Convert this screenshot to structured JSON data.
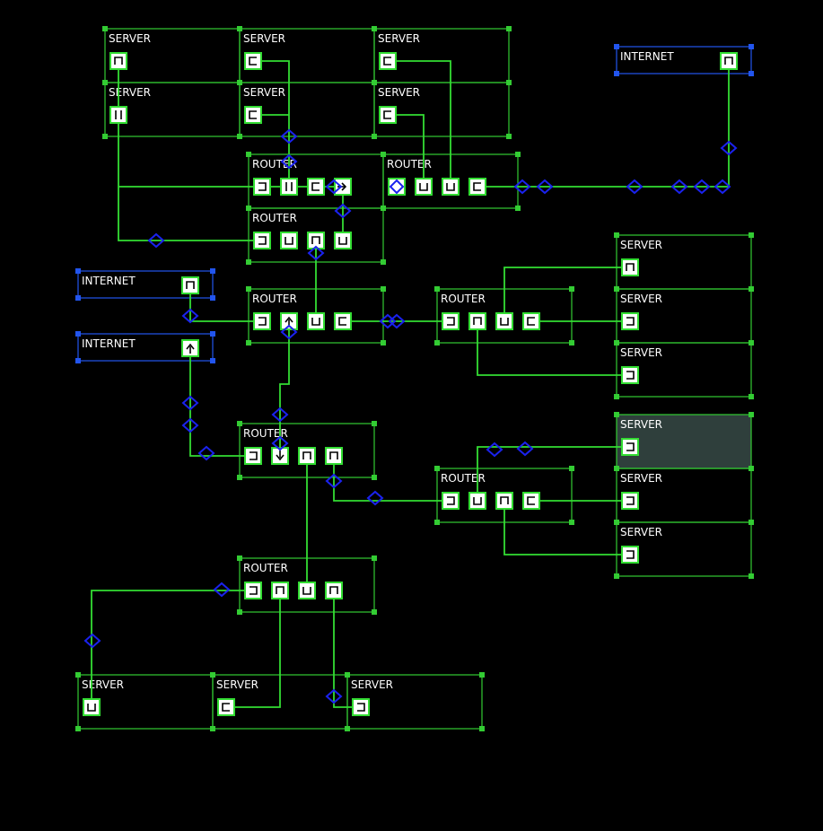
{
  "labels": {
    "server": "SERVER",
    "router": "ROUTER",
    "internet": "INTERNET"
  },
  "colors": {
    "background": "#000000",
    "wire": "#33dd33",
    "box_border": "#33cc33",
    "internet_border": "#2255ee",
    "marker": "#1a22ee",
    "port_fill": "#ffffff",
    "selected_fill": "#2f3f3c"
  },
  "icons": {
    "port": "port-icon",
    "marker": "diamond-marker-icon",
    "corner": "corner-handle"
  }
}
